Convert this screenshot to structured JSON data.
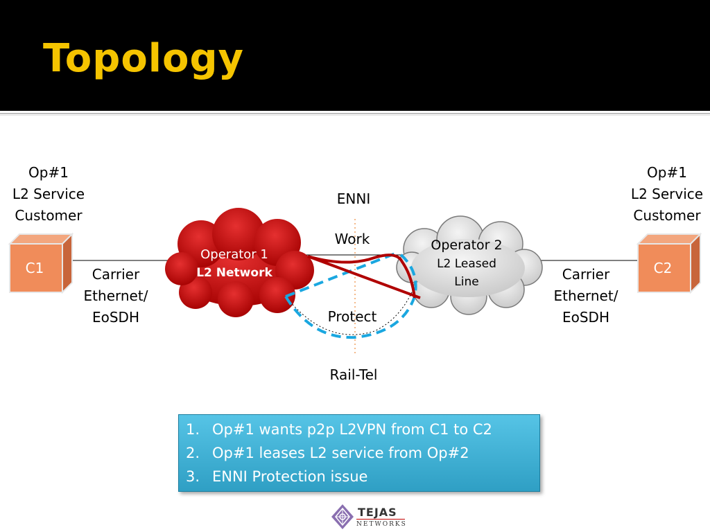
{
  "slide": {
    "title": "Topology"
  },
  "diagram": {
    "customer_left": {
      "line1": "Op#1",
      "line2": "L2 Service",
      "line3": "Customer",
      "box": "C1"
    },
    "customer_right": {
      "line1": "Op#1",
      "line2": "L2 Service",
      "line3": "Customer",
      "box": "C2"
    },
    "carrier_left": {
      "line1": "Carrier",
      "line2": "Ethernet/",
      "line3": "EoSDH"
    },
    "carrier_right": {
      "line1": "Carrier",
      "line2": "Ethernet/",
      "line3": "EoSDH"
    },
    "operator1": {
      "line1": "Operator 1",
      "line2": "L2 Network"
    },
    "operator2": {
      "line1": "Operator 2",
      "line2": "L2 Leased",
      "line3": "Line"
    },
    "enni": "ENNI",
    "work": "Work",
    "protect": "Protect",
    "railtel": "Rail-Tel"
  },
  "notes": {
    "items": [
      {
        "num": "1.",
        "text": "Op#1 wants  p2p L2VPN from C1 to C2"
      },
      {
        "num": "2.",
        "text": "Op#1 leases L2 service from Op#2"
      },
      {
        "num": "3.",
        "text": "ENNI Protection issue"
      }
    ]
  },
  "logo": {
    "name": "TEJAS",
    "sub": "NETWORKS"
  },
  "colors": {
    "title": "#f5c400",
    "operator1_cloud": "#c00000",
    "operator2_cloud": "#d9d9d9",
    "customer_box": "#f08c5a",
    "work_path": "#c00000",
    "protect_path": "#1aa7e0",
    "notes_box": "#3fb0d6"
  }
}
